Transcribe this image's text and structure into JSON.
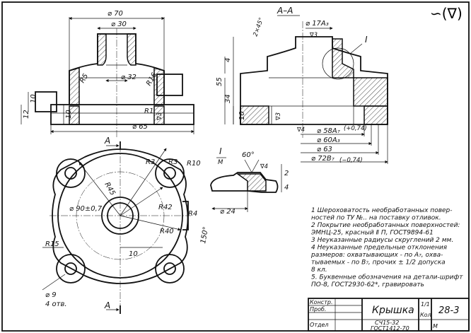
{
  "roughness_symbol": "∽(∇)",
  "section": {
    "label": "A–A",
    "callout_I": "I",
    "detail_label": "I",
    "detail_scale": "M"
  },
  "front_view_dims": {
    "d70": "⌀ 70",
    "d30": "⌀ 30",
    "d32": "⌀ 32",
    "r5": "R5",
    "r16": "R16",
    "r1": "R1",
    "d65": "⌀ 65",
    "h10a": "10",
    "h12": "12",
    "h10b": "10",
    "sv3": "∇3"
  },
  "section_dims": {
    "chamfer": "2×45°",
    "d17": "⌀ 17A₃",
    "sv3a": "∇3",
    "h55": "55",
    "h4": "4",
    "h34": "34",
    "h10": "10",
    "sv3b": "∇3",
    "sv4": "∇4",
    "d58": "⌀ 58A₇",
    "d58tol": "(+0,74)",
    "d60": "⌀ 60A₃",
    "d63": "⌀ 63",
    "d72": "⌀ 72B₇",
    "d72tol": "(−0,74)"
  },
  "detail_dims": {
    "angle": "60°",
    "d24": "⌀ 24",
    "h2": "2",
    "h4": "4",
    "sv4": "∇4"
  },
  "plan_view_dims": {
    "a_top": "A",
    "a_bottom": "A",
    "r3a": "R3",
    "r3b": "R3",
    "r10": "R10",
    "r45": "R45",
    "d90": "⌀ 90±0,7",
    "r42": "R42",
    "r4": "R4",
    "r40": "R40",
    "a150": "150°",
    "r15": "R15",
    "w10": "10",
    "d9": "⌀ 9",
    "holes": "4 отв."
  },
  "notes": [
    "1  Шероховатость необработанных повер-",
    "   ностей по ТУ №.. на поставку отливок.",
    "2  Покрытие необработанных поверхностей:",
    "   ЭМНЦ-25, красный Ⅱ П, ГОСТ9894-61",
    "3  Неуказанные радиусы скруглений 2 мм.",
    "4  Неуказанные предельные отклонения",
    "   размеров: охватывающих - по A₇, охва-",
    "   тываемых - по B₇, прочих ± 1/2 допуска",
    "   8 кл.",
    "5. Буквенные обозначения на детали-шрифт",
    "   ПО-8, ГОСТ2930-62*, гравировать"
  ],
  "title_block": {
    "row1": "Констр.",
    "row2": "Проб.",
    "row3": "Отдел",
    "name": "Крышка",
    "sheet_frac": "1/1",
    "sheet_label": "Кол",
    "code": "28-3",
    "material1": "СЧ15-32",
    "material2": "ГОСТ1412-70",
    "mark": "М"
  }
}
